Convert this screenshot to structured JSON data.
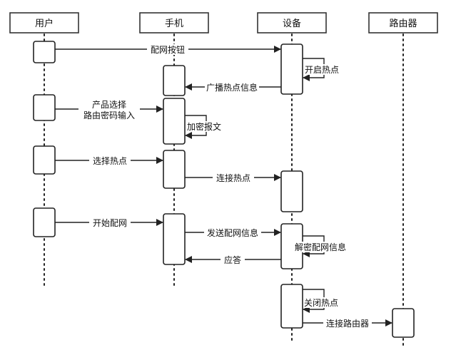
{
  "actors": [
    {
      "id": "user",
      "label": "用户"
    },
    {
      "id": "phone",
      "label": "手机"
    },
    {
      "id": "device",
      "label": "设备"
    },
    {
      "id": "router",
      "label": "路由器"
    }
  ],
  "messages": [
    {
      "id": "m1",
      "from": "user",
      "to": "device",
      "lines": [
        "配网按钮"
      ]
    },
    {
      "id": "m2",
      "self": "device",
      "lines": [
        "开启热点"
      ]
    },
    {
      "id": "m3",
      "from": "device",
      "to": "phone",
      "lines": [
        "广播热点信息"
      ]
    },
    {
      "id": "m4",
      "from": "user",
      "to": "phone",
      "lines": [
        "产品选择",
        "路由密码输入"
      ]
    },
    {
      "id": "m5",
      "self": "phone",
      "lines": [
        "加密报文"
      ]
    },
    {
      "id": "m6",
      "from": "user",
      "to": "phone",
      "lines": [
        "选择热点"
      ]
    },
    {
      "id": "m7",
      "from": "phone",
      "to": "device",
      "lines": [
        "连接热点"
      ]
    },
    {
      "id": "m8",
      "from": "user",
      "to": "phone",
      "lines": [
        "开始配网"
      ]
    },
    {
      "id": "m9",
      "from": "phone",
      "to": "device",
      "lines": [
        "发送配网信息"
      ]
    },
    {
      "id": "m10",
      "self": "device",
      "lines": [
        "解密配网信息"
      ]
    },
    {
      "id": "m11",
      "from": "device",
      "to": "phone",
      "lines": [
        "应答"
      ]
    },
    {
      "id": "m12",
      "self": "device",
      "lines": [
        "关闭热点"
      ]
    },
    {
      "id": "m13",
      "from": "device",
      "to": "router",
      "lines": [
        "连接路由器"
      ]
    }
  ]
}
